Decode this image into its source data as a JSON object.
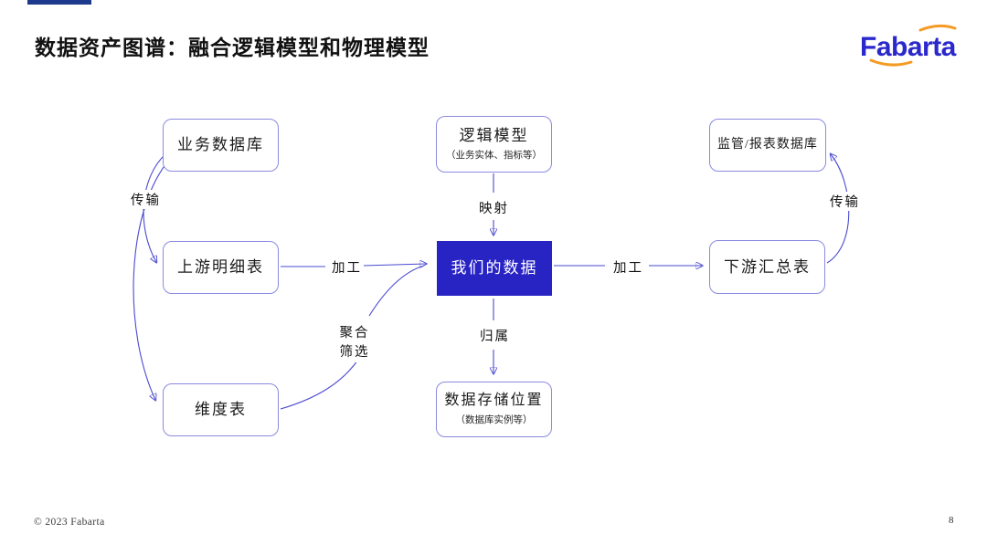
{
  "slide": {
    "title": "数据资产图谱：融合逻辑模型和物理模型",
    "logo_text": "Fabarta",
    "footer_copyright": "© 2023 Fabarta",
    "page_number": "8"
  },
  "colors": {
    "accent_navy": "#1e3a8c",
    "node_border": "#8a8ae0",
    "arrow_blue": "#4a4ad0",
    "arrowhead_blue": "#2727cc",
    "filled_node_bg": "#2823c3",
    "filled_node_text": "#ffffff",
    "logo_blue": "#2b28cc",
    "logo_orange": "#f59a23"
  },
  "diagram": {
    "nodes": [
      {
        "id": "biz-db",
        "label": "业务数据库"
      },
      {
        "id": "logic-model",
        "label": "逻辑模型",
        "sub": "（业务实体、指标等）"
      },
      {
        "id": "reg-db",
        "label": "监管/报表数据库"
      },
      {
        "id": "upstream",
        "label": "上游明细表"
      },
      {
        "id": "our-data",
        "label": "我们的数据",
        "filled": true
      },
      {
        "id": "downstream",
        "label": "下游汇总表"
      },
      {
        "id": "dimension",
        "label": "维度表"
      },
      {
        "id": "storage",
        "label": "数据存储位置",
        "sub": "（数据库实例等）"
      }
    ],
    "edge_labels": {
      "transfer_left": "传输",
      "mapping": "映射",
      "transfer_right": "传输",
      "process_left": "加工",
      "process_right": "加工",
      "aggregate_line1": "聚合",
      "aggregate_line2": "筛选",
      "belong": "归属"
    }
  }
}
